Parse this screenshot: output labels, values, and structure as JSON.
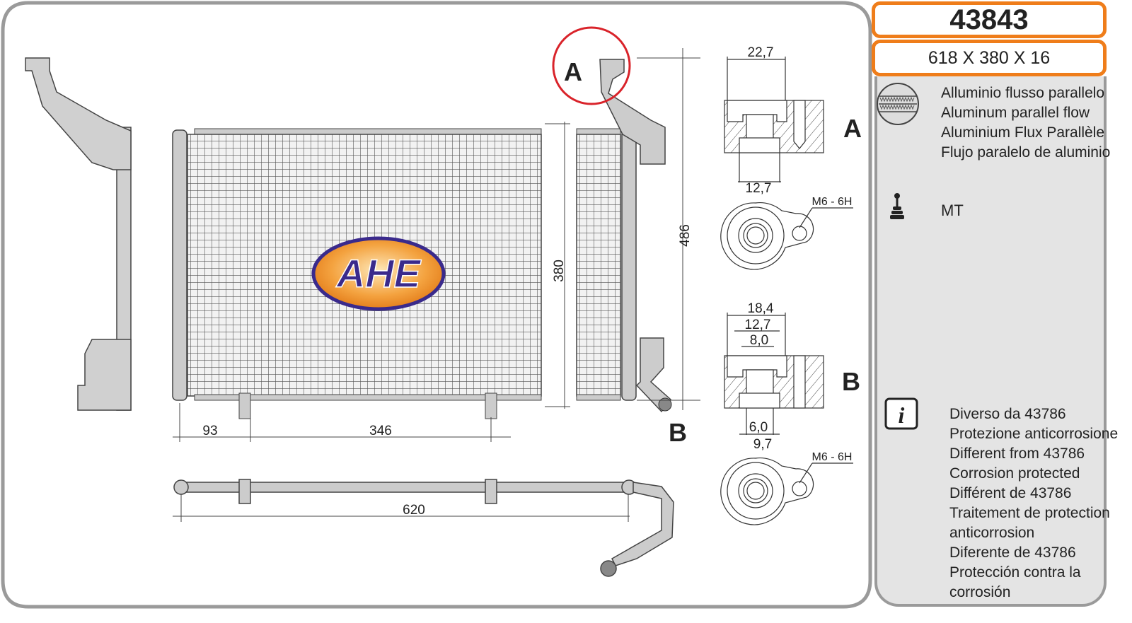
{
  "product": {
    "code": "43843",
    "dimensions": "618 X 380 X 16"
  },
  "material": {
    "icon": "parallel-flow-core-icon",
    "lines": [
      "Alluminio flusso parallelo",
      "Aluminum parallel flow",
      "Aluminium Flux Parallèle",
      "Flujo paralelo de aluminio"
    ]
  },
  "transmission": {
    "icon": "manual-gearstick-icon",
    "label": "MT"
  },
  "notes": {
    "icon": "info-icon",
    "lines": [
      "Diverso da 43786",
      "Protezione anticorrosione",
      "Different from  43786",
      "Corrosion protected",
      "Différent de 43786",
      "Traitement de protection",
      "anticorrosion",
      "Diferente de 43786",
      "Protección contra la",
      "corrosión"
    ]
  },
  "drawing": {
    "logo": "AHE",
    "callout_a": "A",
    "callout_b": "B",
    "dim_height_total": "486",
    "dim_height_core": "380",
    "dim_left": "93",
    "dim_mid": "346",
    "dim_width": "620",
    "section_a": {
      "label": "A",
      "top": "22,7",
      "bottom": "12,7",
      "thread": "M6 - 6H"
    },
    "section_b": {
      "label": "B",
      "d1": "18,4",
      "d2": "12,7",
      "d3": "8,0",
      "bottom1": "6,0",
      "bottom2": "9,7",
      "thread": "M6 - 6H"
    }
  },
  "colors": {
    "accent": "#ef7d1a",
    "callout": "#d9232a",
    "logo_blue": "#3a2a8c",
    "logo_orange": "#f08a1c"
  }
}
